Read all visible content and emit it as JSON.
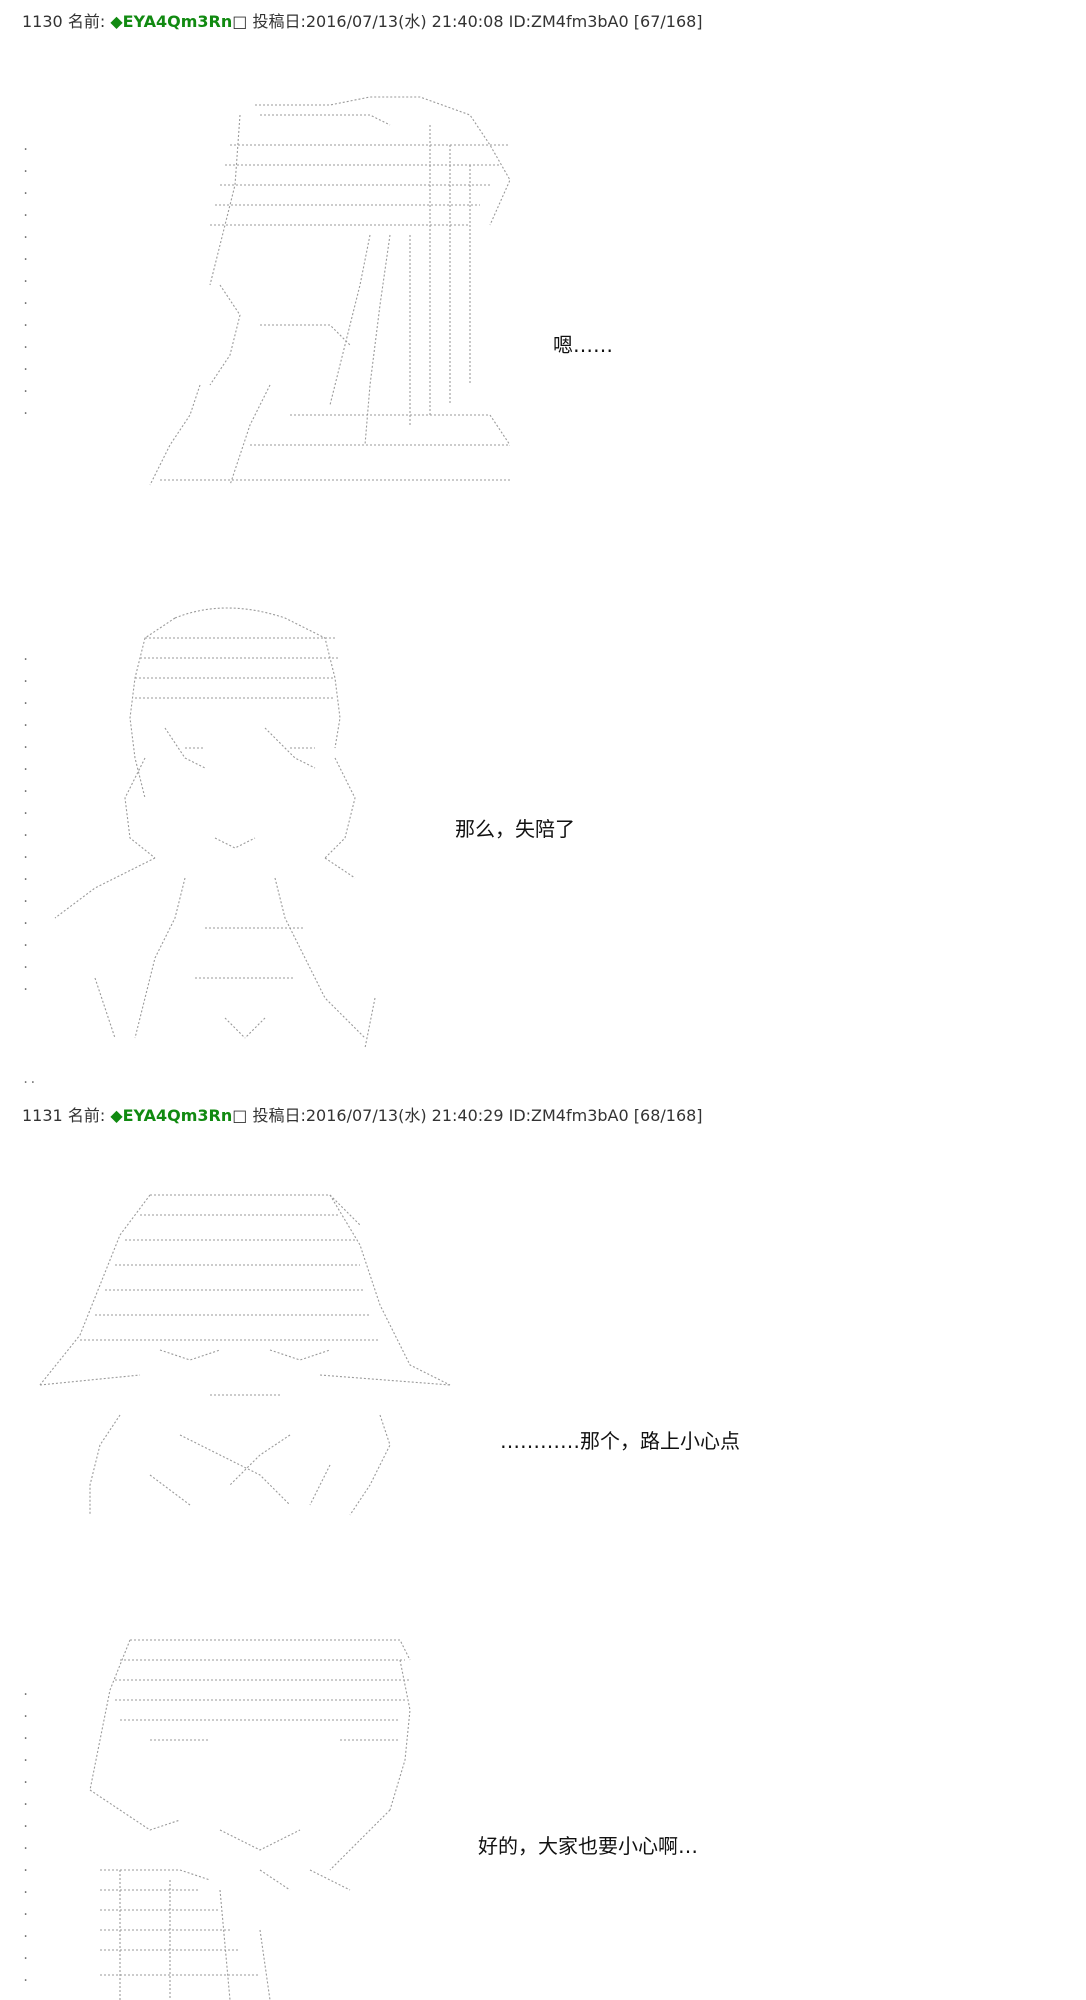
{
  "posts": [
    {
      "number": "1130",
      "name_label": "名前:",
      "trip": "◆EYA4Qm3Rn",
      "box": "□",
      "date_label": "投稿日:",
      "datetime": "2016/07/13(水) 21:40:08",
      "id": "ID:ZM4fm3bA0",
      "count": "[67/168]",
      "speeches": [
        "嗯……",
        "那么，失陪了"
      ]
    },
    {
      "number": "1131",
      "name_label": "名前:",
      "trip": "◆EYA4Qm3Rn",
      "box": "□",
      "date_label": "投稿日:",
      "datetime": "2016/07/13(水) 21:40:29",
      "id": "ID:ZM4fm3bA0",
      "count": "[68/168]",
      "speeches": [
        "…………那个，路上小心点",
        "好的，大家也要小心啊…"
      ]
    }
  ],
  "separator": ".."
}
